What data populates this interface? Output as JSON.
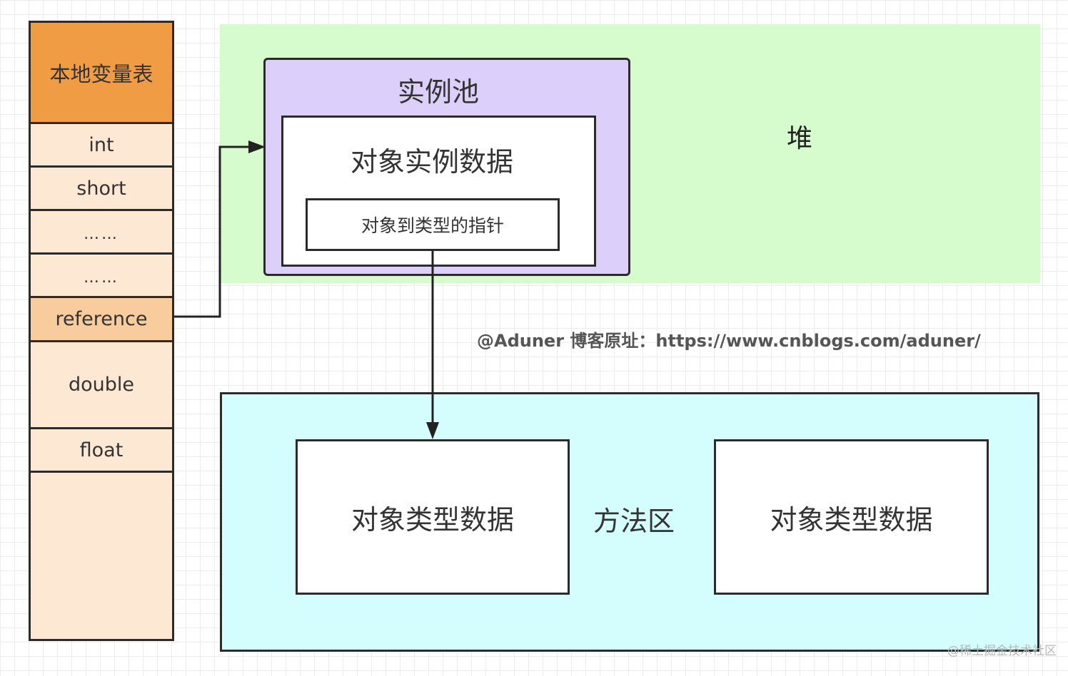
{
  "local_variable_table": {
    "title": "本地变量表",
    "slots": [
      "int",
      "short",
      "……",
      "……",
      "reference",
      "double",
      "float"
    ]
  },
  "heap": {
    "label": "堆"
  },
  "instance_pool": {
    "label": "实例池",
    "instance_data": "对象实例数据",
    "type_pointer": "对象到类型的指针"
  },
  "method_area": {
    "label": "方法区",
    "type_data_1": "对象类型数据",
    "type_data_2": "对象类型数据"
  },
  "watermark": "@Aduner 博客原址：https://www.cnblogs.com/aduner/",
  "footer": "@稀土掘金技术社区",
  "colors": {
    "header": "#f09c45",
    "slot": "#fde8d4",
    "reference": "#f8cc9c",
    "heap": "#d6fbcd",
    "pool": "#dcd0fb",
    "method_area": "#d4fdfe"
  }
}
